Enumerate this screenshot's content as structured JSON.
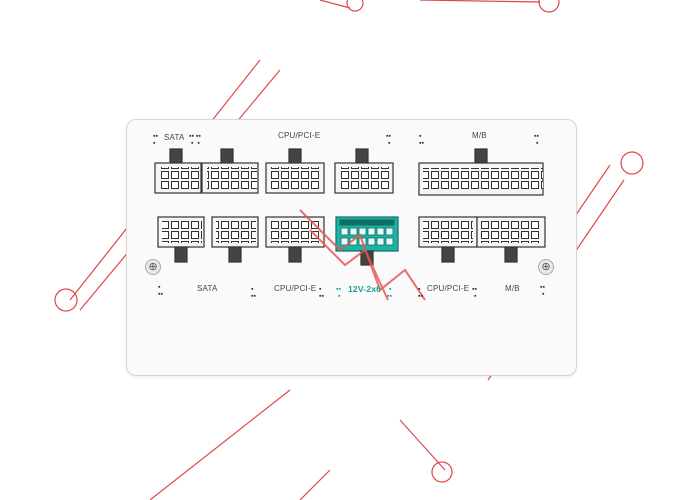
{
  "labels": {
    "top_sata": "SATA",
    "top_cpu_pcie": "CPU/PCI-E",
    "top_mb": "M/B",
    "bottom_sata": "SATA",
    "bottom_cpu_pcie_left": "CPU/PCI-E",
    "bottom_12v": "12V-2x6",
    "bottom_cpu_pcie_right": "CPU/PCI-E",
    "bottom_mb": "M/B"
  },
  "colors": {
    "panel": "#fafafa",
    "accent": "#1a9e98",
    "connector_teal": "#1fb3a5",
    "line_red": "#e04848",
    "watermark_red": "#ea5555"
  },
  "icons": {
    "screw": "screw-icon",
    "dot_marker": "dot-marker-icon"
  }
}
